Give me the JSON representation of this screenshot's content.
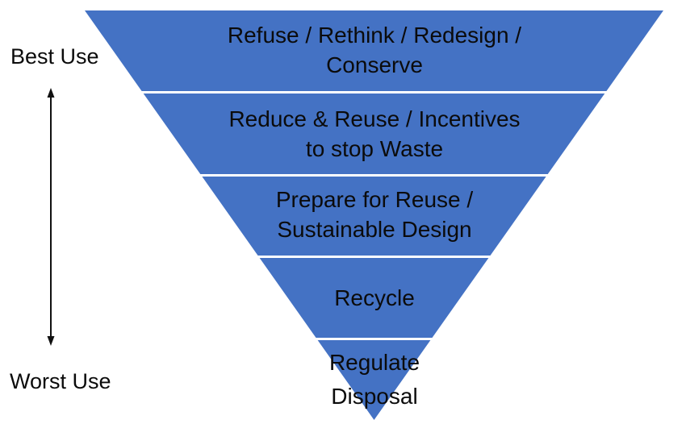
{
  "diagram": {
    "kind": "inverted-pyramid-waste-hierarchy",
    "pyramid": {
      "fill_color": "#4472C4",
      "divider_color": "#FFFFFF",
      "text_color": "#000000",
      "levels": [
        {
          "lines": [
            "Refuse / Rethink / Redesign /",
            "Conserve"
          ]
        },
        {
          "lines": [
            "Reduce & Reuse / Incentives",
            "to stop Waste"
          ]
        },
        {
          "lines": [
            "Prepare for Reuse /",
            "Sustainable Design"
          ]
        },
        {
          "lines": [
            "Recycle"
          ]
        },
        {
          "lines": [
            "Regulate",
            "Disposal"
          ]
        }
      ]
    },
    "scale": {
      "top_label": "Best Use",
      "bottom_label": "Worst Use",
      "arrow_color": "#000000",
      "arrow_direction": "vertical-double-headed"
    }
  }
}
